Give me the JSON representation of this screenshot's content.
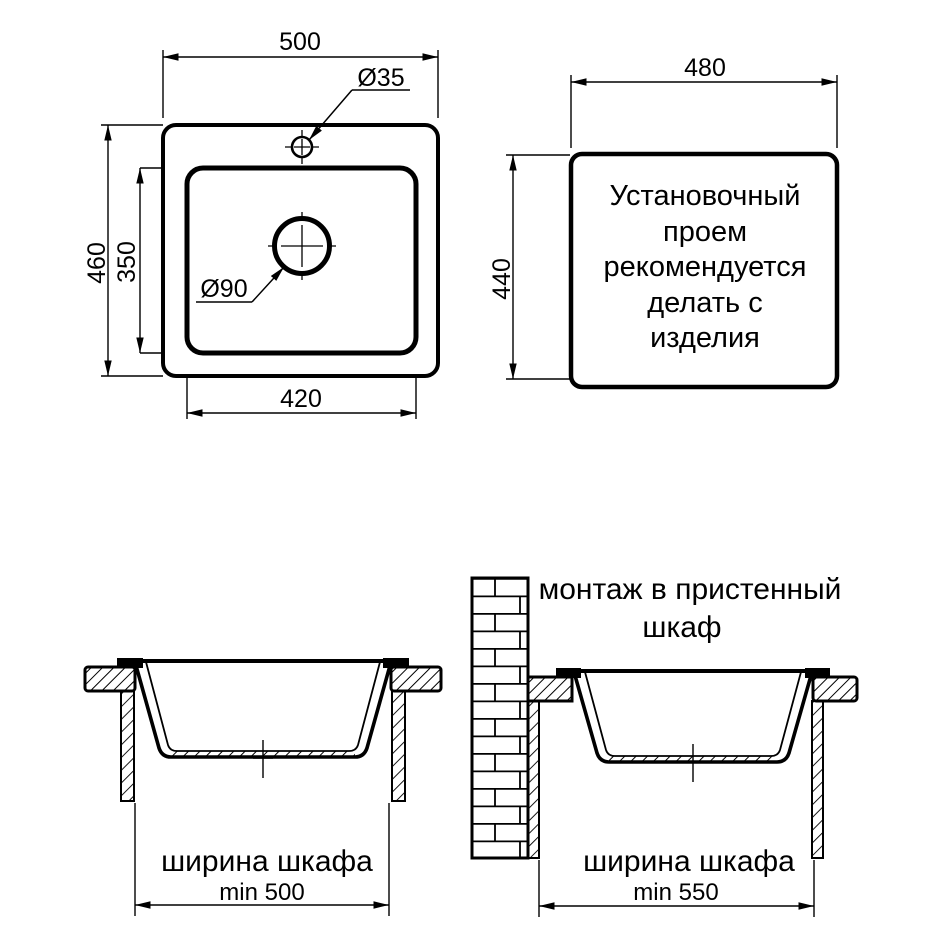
{
  "drawing": {
    "background": "#ffffff",
    "line_color": "#000000",
    "top_view": {
      "dim_width": "500",
      "dim_height": "460",
      "dim_bowl_height": "350",
      "dim_bowl_width": "420",
      "faucet_hole_label": "Ø35",
      "drain_hole_label": "Ø90"
    },
    "cutout_view": {
      "dim_width": "480",
      "dim_height": "440",
      "note_lines": [
        "Установочный",
        "проем",
        "рекомендуется",
        "делать с",
        "изделия"
      ]
    },
    "base_cabinet_view": {
      "caption": "ширина шкафа",
      "min_width": "min 500"
    },
    "wall_cabinet_view": {
      "title_lines": [
        "монтаж в пристенный",
        "шкаф"
      ],
      "caption": "ширина шкафа",
      "min_width": "min 550"
    }
  }
}
